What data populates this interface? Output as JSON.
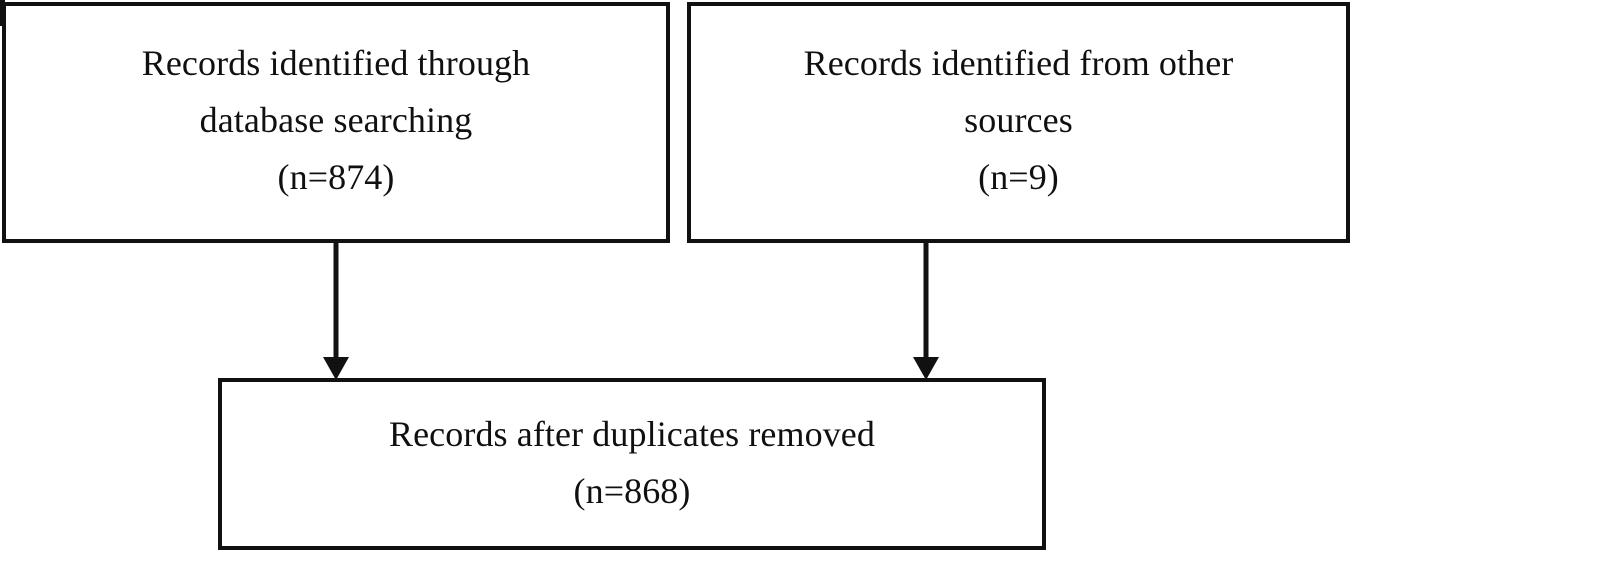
{
  "diagram": {
    "type": "prisma-flow-diagram",
    "colors": {
      "background": "#ffffff",
      "stroke": "#111111",
      "text": "#101010"
    },
    "boxes": [
      {
        "id": "records-database",
        "lines": [
          "Records identified through",
          "database searching",
          "(n=874)"
        ],
        "count_label": "(n=874)",
        "count": 874
      },
      {
        "id": "records-other",
        "lines": [
          "Records identified from other",
          "sources",
          "(n=9)"
        ],
        "count_label": "(n=9)",
        "count": 9
      },
      {
        "id": "records-dedup",
        "lines": [
          "Records after duplicates removed",
          "(n=868)"
        ],
        "count_label": "(n=868)",
        "count": 868
      }
    ],
    "connectors": [
      {
        "id": "database-to-dedup",
        "from": "records-database",
        "to": "records-dedup",
        "head": "solid-triangle-down"
      },
      {
        "id": "other-to-dedup",
        "from": "records-other",
        "to": "records-dedup",
        "head": "solid-triangle-down"
      },
      {
        "id": "dedup-downstream",
        "from": "records-dedup",
        "to": "",
        "head": "none"
      }
    ]
  }
}
